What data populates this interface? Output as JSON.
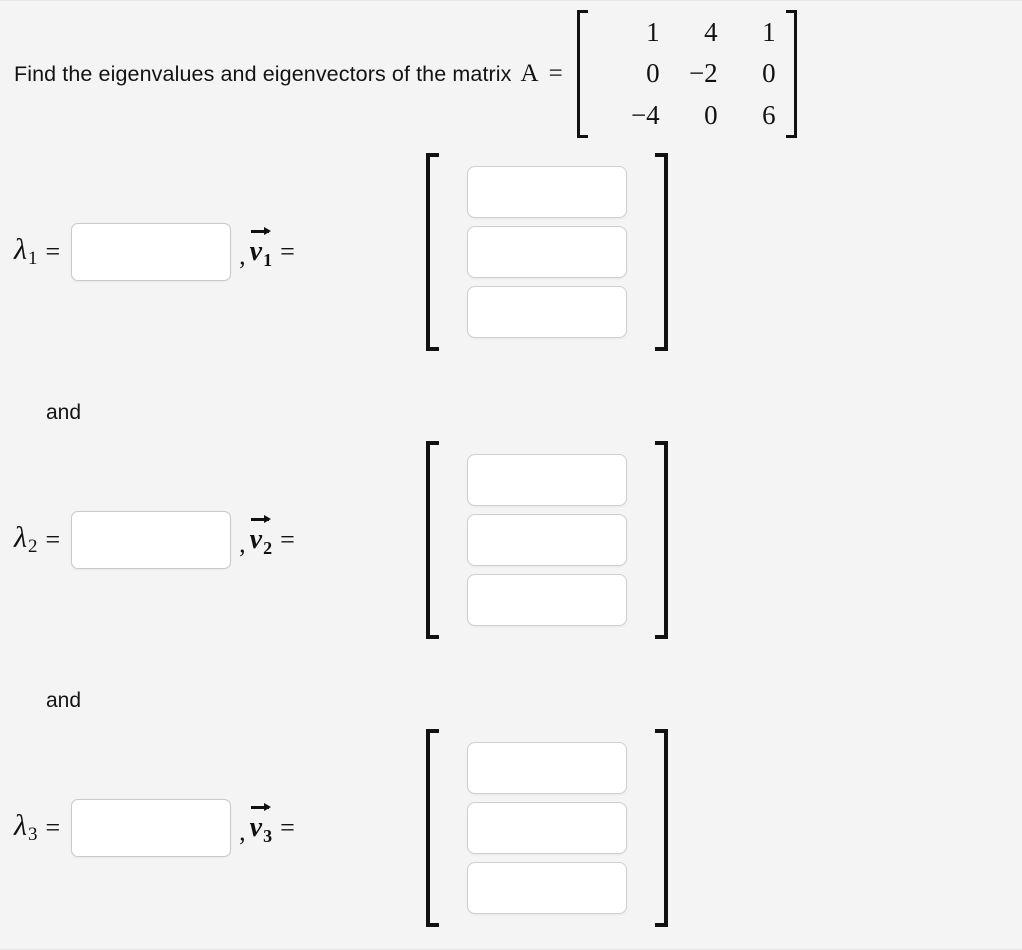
{
  "prompt": {
    "text": "Find the eigenvalues and eigenvectors of the matrix",
    "matrix_symbol": "A",
    "equals": "="
  },
  "matrix": {
    "rows": [
      [
        "1",
        "4",
        "1"
      ],
      [
        "0",
        "−2",
        "0"
      ],
      [
        "−4",
        "0",
        "6"
      ]
    ]
  },
  "connectors": [
    {
      "label": "and"
    },
    {
      "label": "and"
    }
  ],
  "eigen_groups": [
    {
      "lambda_symbol": "λ",
      "lambda_subscript": "1",
      "equals": "=",
      "comma": ",",
      "vector_symbol": "v",
      "vector_subscript": "1",
      "vector_equals": "=",
      "lambda_value": "",
      "lambda_placeholder": "",
      "components": [
        "",
        "",
        ""
      ],
      "component_placeholders": [
        "",
        "",
        ""
      ]
    },
    {
      "lambda_symbol": "λ",
      "lambda_subscript": "2",
      "equals": "=",
      "comma": ",",
      "vector_symbol": "v",
      "vector_subscript": "2",
      "vector_equals": "=",
      "lambda_value": "",
      "lambda_placeholder": "",
      "components": [
        "",
        "",
        ""
      ],
      "component_placeholders": [
        "",
        "",
        ""
      ]
    },
    {
      "lambda_symbol": "λ",
      "lambda_subscript": "3",
      "equals": "=",
      "comma": ",",
      "vector_symbol": "v",
      "vector_subscript": "3",
      "vector_equals": "=",
      "lambda_value": "",
      "lambda_placeholder": "",
      "components": [
        "",
        "",
        ""
      ],
      "component_placeholders": [
        "",
        "",
        ""
      ]
    }
  ],
  "colors": {
    "background": "#f4f4f4",
    "text": "#111111",
    "input_border": "#c9c9c9",
    "input_background": "#ffffff",
    "bracket": "#111111"
  }
}
